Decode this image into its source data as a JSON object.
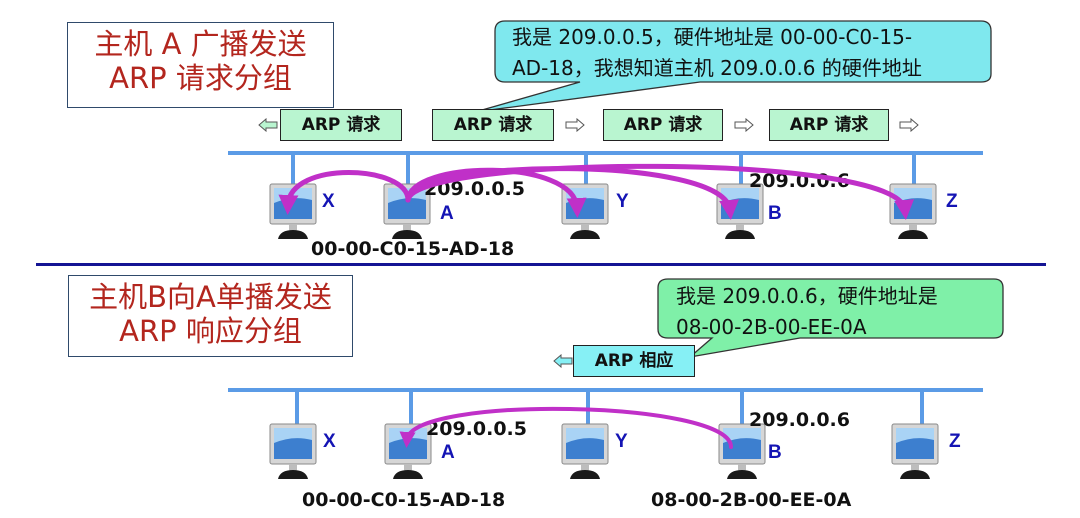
{
  "top_panel": {
    "title_lines": [
      "主机 A 广播发送",
      "ARP 请求分组"
    ],
    "bubble_lines": [
      "我是 209.0.0.5，硬件地址是 00-00-C0-15-",
      "AD-18，我想知道主机 209.0.0.6 的硬件地址"
    ],
    "bubble_color": "#7fe8ee",
    "packets": [
      {
        "label": "ARP 请求",
        "direction": "left"
      },
      {
        "label": "ARP 请求",
        "direction": "right"
      },
      {
        "label": "ARP 请求",
        "direction": "right"
      },
      {
        "label": "ARP 请求",
        "direction": "right"
      }
    ],
    "hosts": [
      {
        "name": "X"
      },
      {
        "name": "A",
        "ip": "209.0.0.5",
        "mac": "00-00-C0-15-AD-18"
      },
      {
        "name": "Y"
      },
      {
        "name": "B",
        "ip": "209.0.0.6"
      },
      {
        "name": "Z"
      }
    ],
    "arrow_source": "A",
    "arrow_targets": [
      "X",
      "Y",
      "B",
      "Z"
    ]
  },
  "bottom_panel": {
    "title_lines": [
      "主机B向A单播发送",
      "ARP 响应分组"
    ],
    "bubble_lines": [
      "我是 209.0.0.6，硬件地址是",
      "08-00-2B-00-EE-0A"
    ],
    "bubble_color": "#7ff0a8",
    "packet": {
      "label": "ARP 相应",
      "direction": "left"
    },
    "hosts": [
      {
        "name": "X"
      },
      {
        "name": "A",
        "ip": "209.0.0.5",
        "mac": "00-00-C0-15-AD-18"
      },
      {
        "name": "Y"
      },
      {
        "name": "B",
        "ip": "209.0.0.6",
        "mac": "08-00-2B-00-EE-0A"
      },
      {
        "name": "Z"
      }
    ],
    "arrow_source": "B",
    "arrow_targets": [
      "A"
    ]
  },
  "colors": {
    "title_text": "#b3261e",
    "host_label": "#1414b4",
    "bus": "#5b9be6",
    "arrow": "#c030c8",
    "request_packet": "#b9f5d0",
    "reply_packet": "#86f0f5",
    "divider": "#141494"
  }
}
